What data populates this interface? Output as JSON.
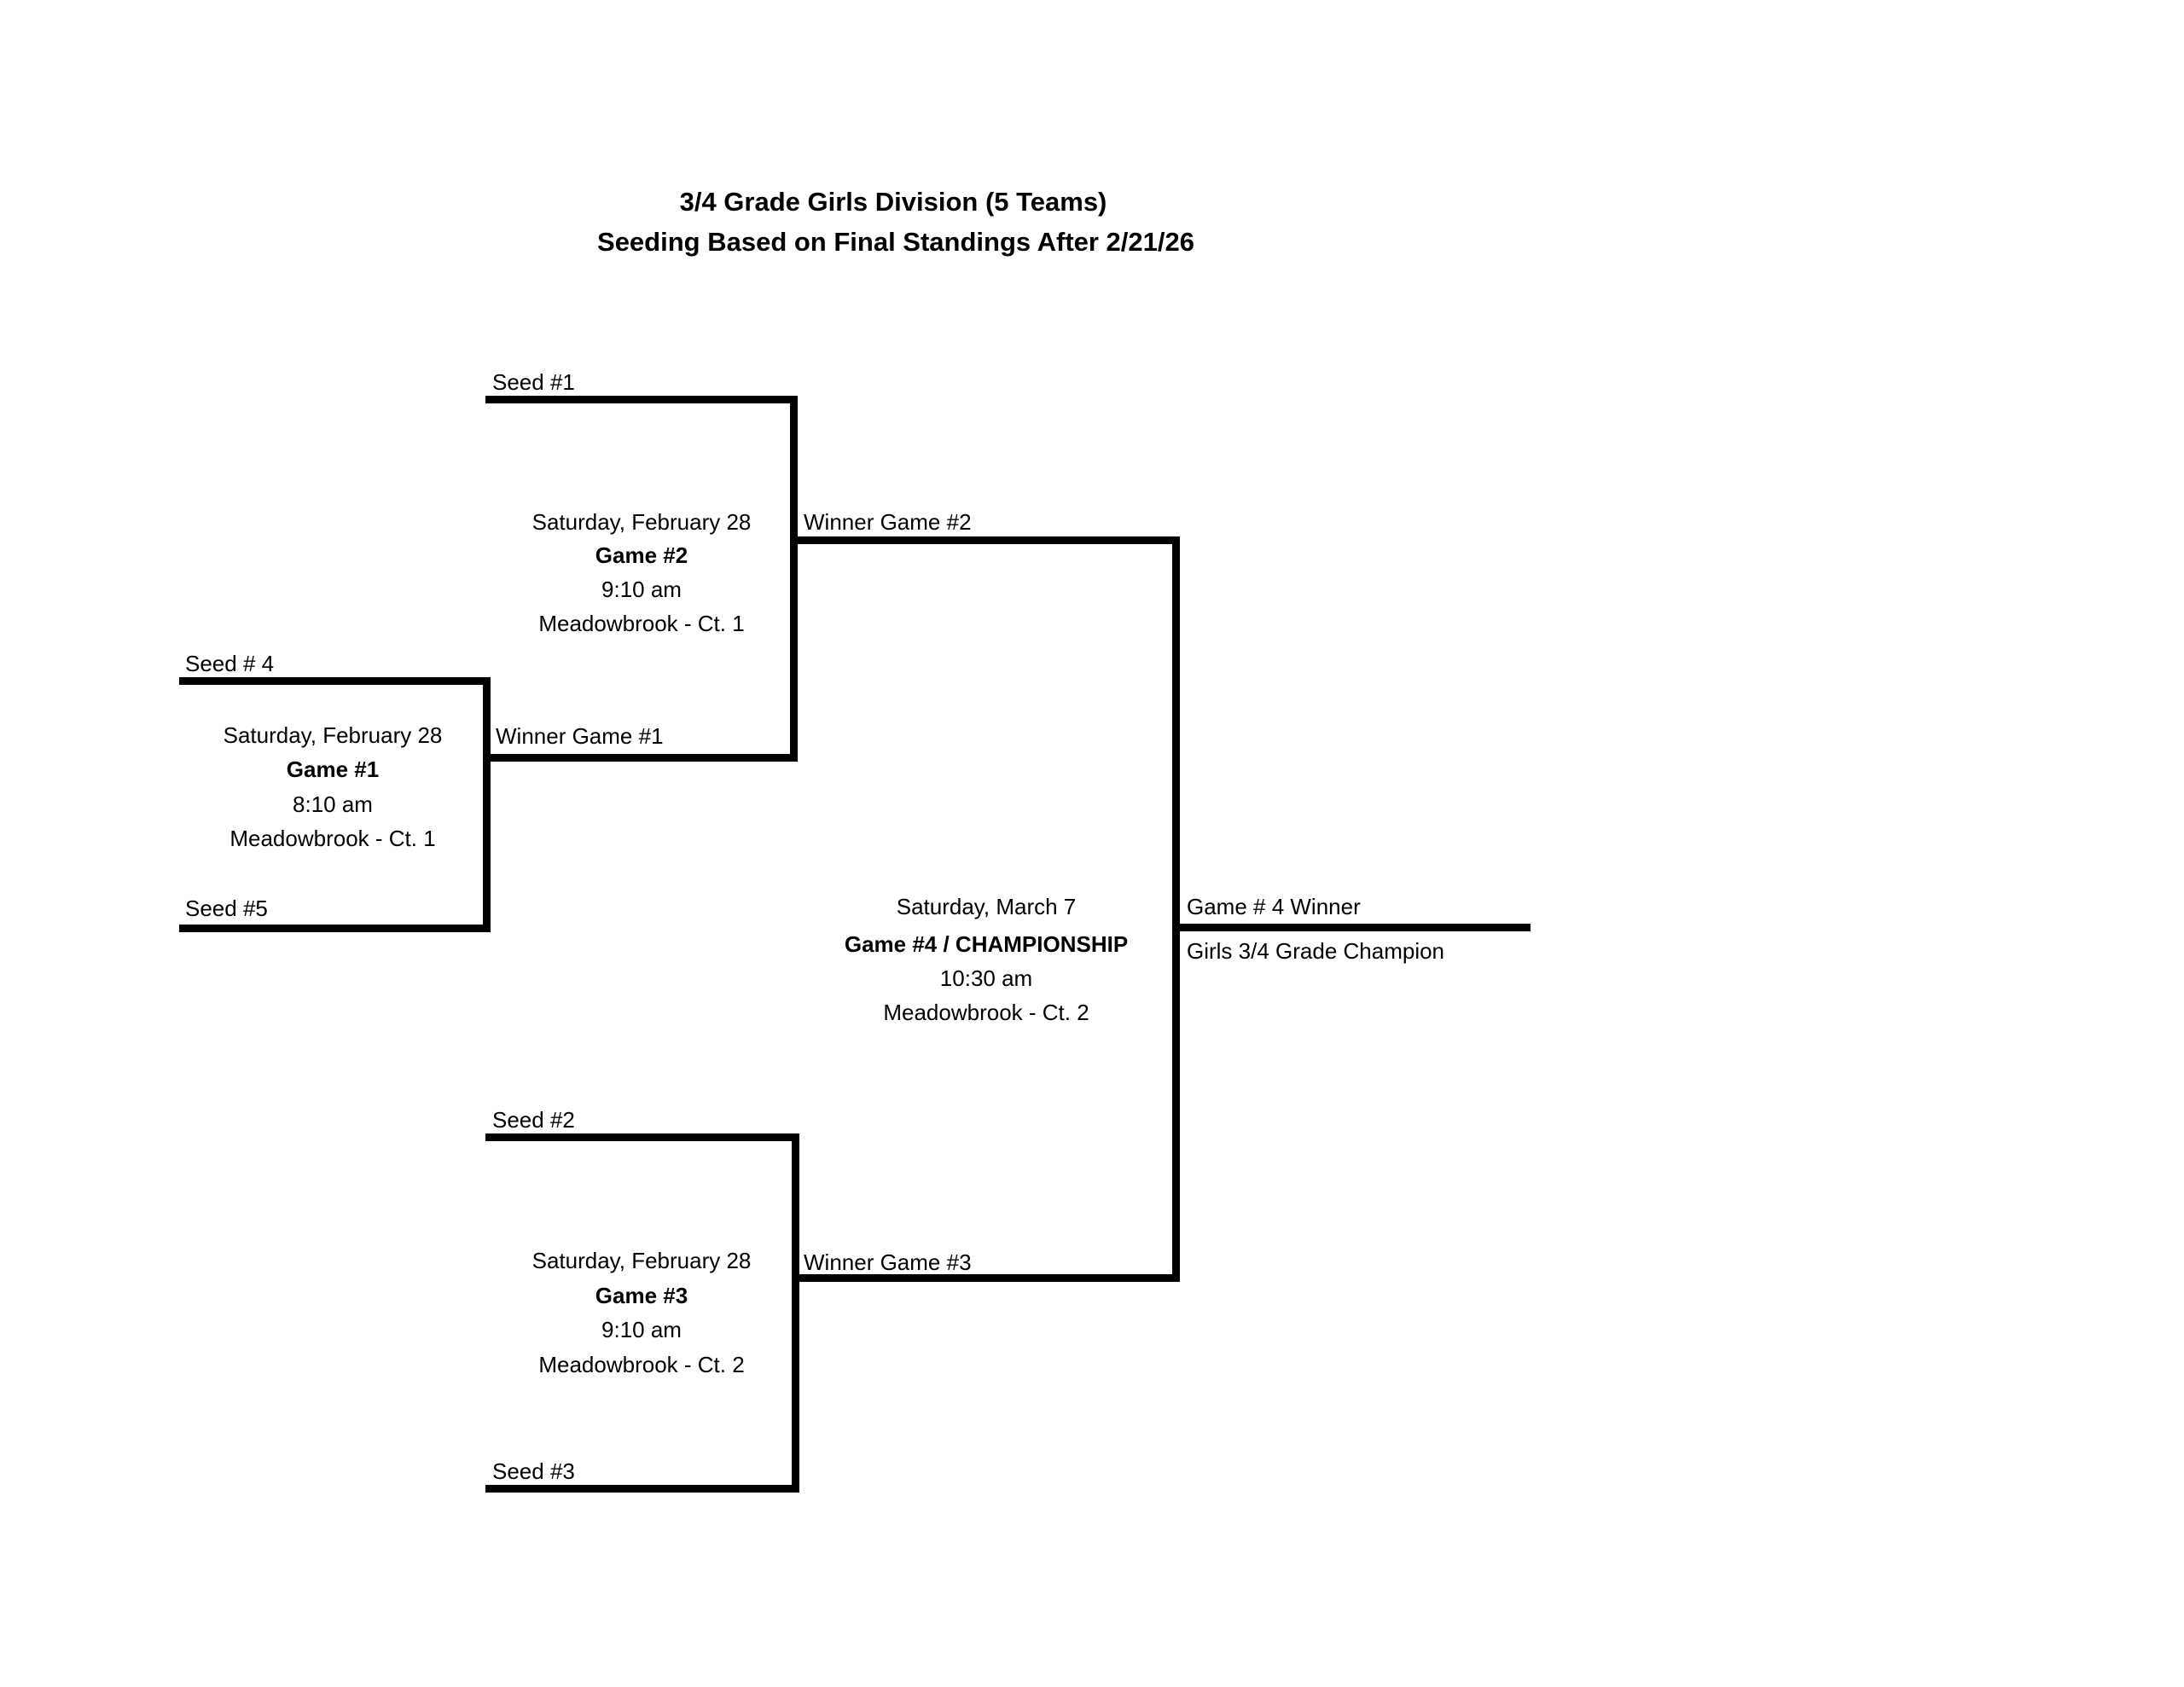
{
  "title": {
    "line1": "3/4 Grade Girls Division (5 Teams)",
    "line2": "Seeding Based on Final Standings After 2/21/26"
  },
  "bracket": {
    "seeds": {
      "seed_1": "Seed #1",
      "seed_2": "Seed #2",
      "seed_3": "Seed #3",
      "seed_4": "Seed # 4",
      "seed_5": "Seed #5"
    },
    "advancement_labels": {
      "winner_game_1": "Winner Game #1",
      "winner_game_2": "Winner Game #2",
      "winner_game_3": "Winner Game #3",
      "game_4_winner": "Game # 4 Winner",
      "champion": "Girls 3/4 Grade Champion"
    },
    "games": {
      "game_1": {
        "date": "Saturday, February 28",
        "name": "Game #1",
        "time": "8:10 am",
        "location": "Meadowbrook - Ct. 1"
      },
      "game_2": {
        "date": "Saturday, February 28",
        "name": "Game #2",
        "time": "9:10 am",
        "location": "Meadowbrook - Ct. 1"
      },
      "game_3": {
        "date": "Saturday, February 28",
        "name": "Game #3",
        "time": "9:10 am",
        "location": "Meadowbrook - Ct. 2"
      },
      "game_4": {
        "date": "Saturday, March 7",
        "name": "Game #4 / CHAMPIONSHIP",
        "time": "10:30 am",
        "location": "Meadowbrook - Ct. 2"
      }
    }
  },
  "colors": {
    "background": "#ffffff",
    "line": "#000000",
    "text": "#000000"
  }
}
